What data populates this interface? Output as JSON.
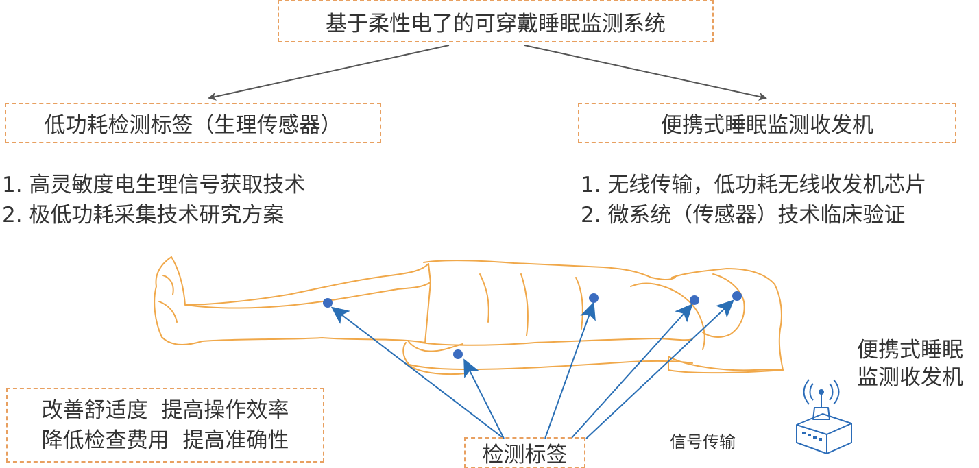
{
  "title": "基于柔性电了的可穿戴睡眠监测系统",
  "left_box": "低功耗检测标签（生理传感器）",
  "right_box": "便携式睡眠监测收发机",
  "left_list": [
    "1. 高灵敏度电生理信号获取技术",
    "2. 极低功耗采集技术研究方案"
  ],
  "right_list": [
    "1. 无线传输，低功耗无线收发机芯片",
    "2. 微系统（传感器）技术临床验证"
  ],
  "benefits": [
    "改善舒适度  提高操作效率",
    "降低检查费用  提高准确性"
  ],
  "tag_label": "检测标签",
  "transceiver_label": [
    "便携式睡眠",
    "监测收发机"
  ],
  "signal_label": "信号传输",
  "colors": {
    "dashed_border": "#e8a060",
    "body_outline": "#f0a84a",
    "arrow_blue": "#2a6fb5",
    "sensor_dot": "#3b6cc0",
    "device_blue": "#2b6cb8"
  }
}
